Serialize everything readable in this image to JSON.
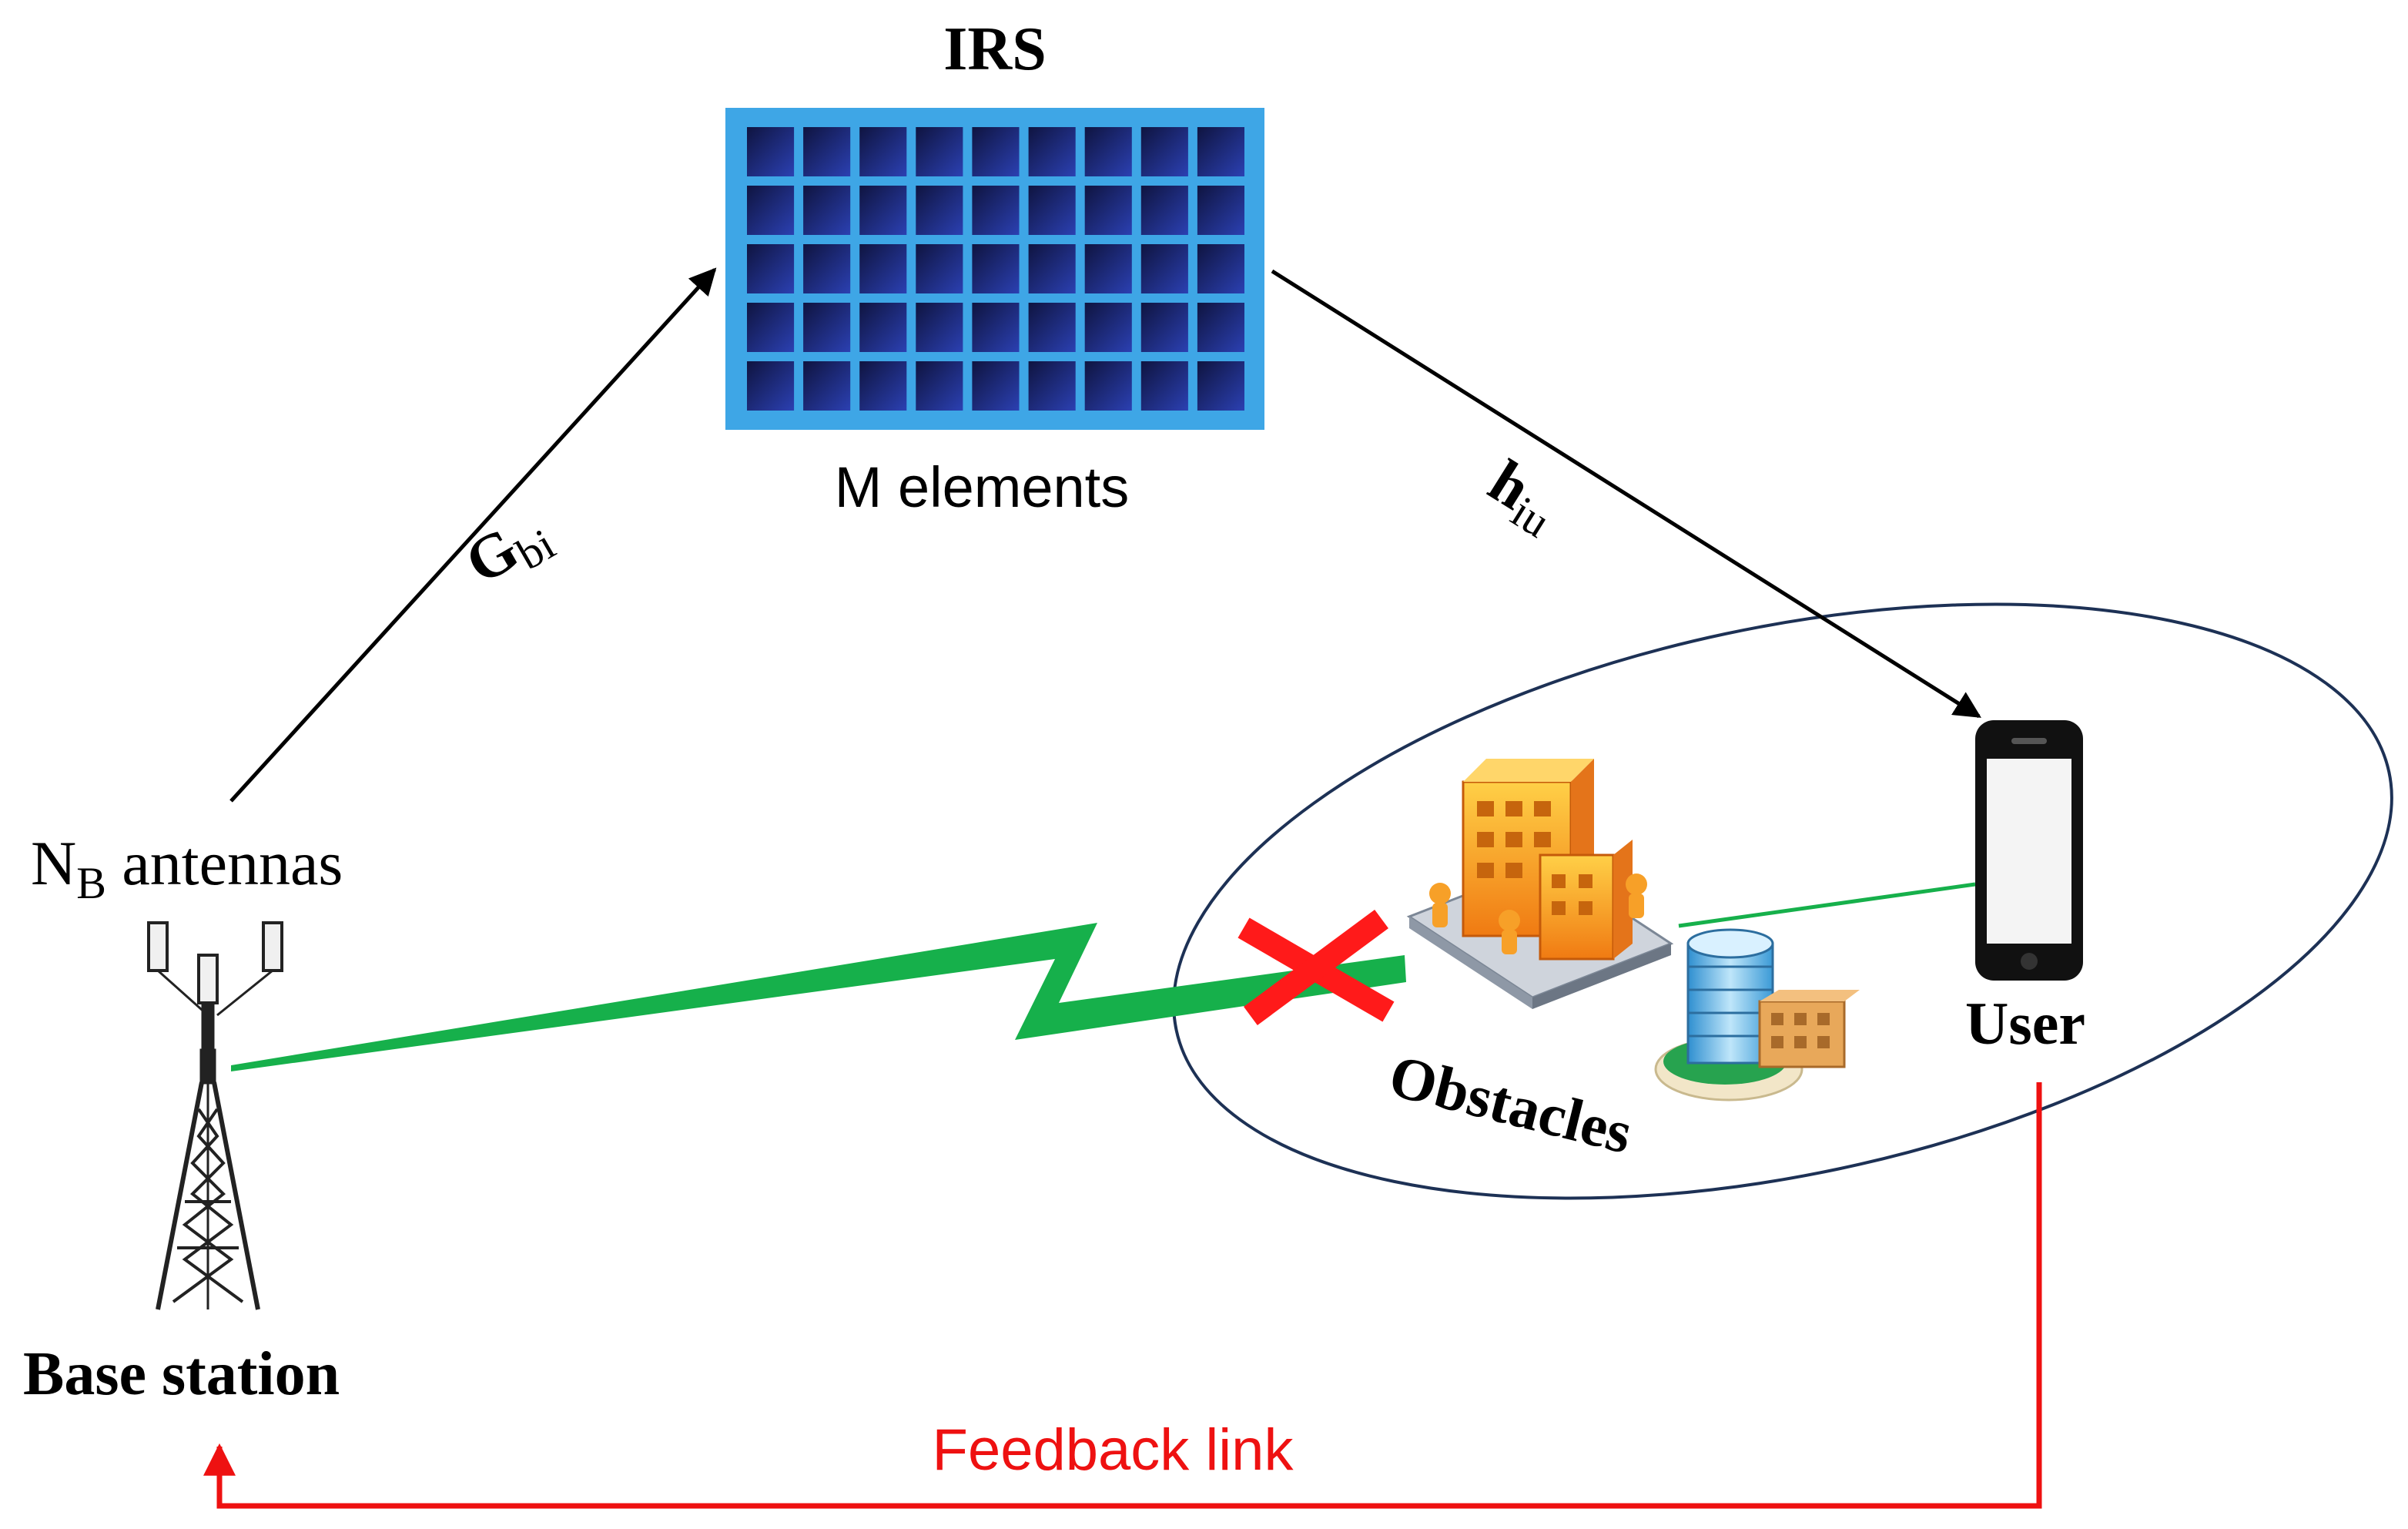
{
  "irs": {
    "title": "IRS",
    "subtitle": "M elements",
    "rows": 5,
    "cols": 9
  },
  "base_station": {
    "label": "Base station",
    "antennas_label_main": "N",
    "antennas_label_sub": "B",
    "antennas_label_rest": " antennas"
  },
  "links": {
    "g_main": "G",
    "g_sub": "bi",
    "h_main": "h",
    "h_sub": "iu",
    "feedback": "Feedback link"
  },
  "user": {
    "label": "User"
  },
  "obstacles": {
    "label": "Obstacles"
  },
  "colors": {
    "irs_frame": "#3ea6e6",
    "irs_cell_dark": "#141a4a",
    "irs_cell_light": "#2a3dac",
    "direct_link": "#16b04b",
    "blocked_mark": "#ff1a1a",
    "feedback": "#ee1111",
    "ellipse": "#1d3155",
    "building_orange": "#f59a1e",
    "building_blue": "#6fbfe8"
  },
  "icons": [
    "tower-icon",
    "phone-icon",
    "building-icon",
    "blocked-x-icon"
  ]
}
